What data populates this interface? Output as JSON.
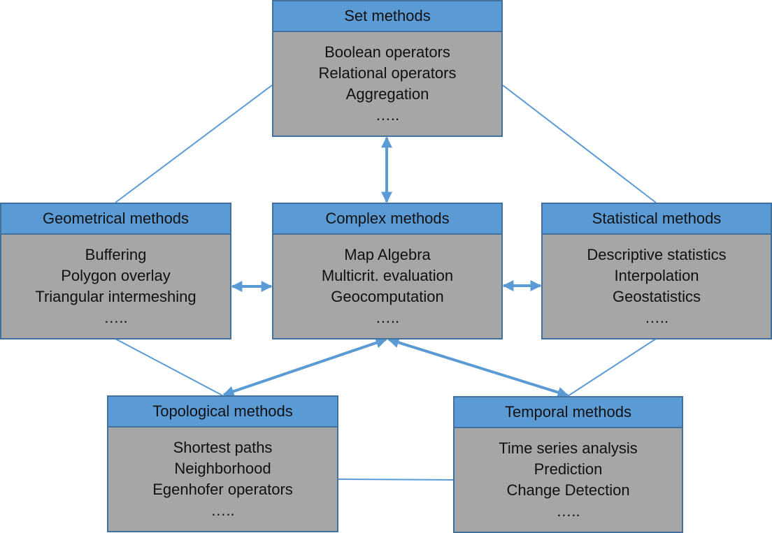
{
  "diagram": {
    "colors": {
      "header": "#5b9bd5",
      "body": "#a6a6a6",
      "border": "#41719c",
      "line": "#5b9bd5"
    },
    "boxes": {
      "set": {
        "title": "Set methods",
        "items": [
          "Boolean operators",
          "Relational operators",
          "Aggregation",
          "….."
        ]
      },
      "geo": {
        "title": "Geometrical methods",
        "items": [
          "Buffering",
          "Polygon overlay",
          "Triangular intermeshing",
          "….."
        ]
      },
      "complex": {
        "title": "Complex methods",
        "items": [
          "Map Algebra",
          "Multicrit. evaluation",
          "Geocomputation",
          "….."
        ]
      },
      "stat": {
        "title": "Statistical methods",
        "items": [
          "Descriptive statistics",
          "Interpolation",
          "Geostatistics",
          "….."
        ]
      },
      "topo": {
        "title": "Topological methods",
        "items": [
          "Shortest paths",
          "Neighborhood",
          "Egenhofer operators",
          "….."
        ]
      },
      "temp": {
        "title": "Temporal methods",
        "items": [
          "Time series analysis",
          "Prediction",
          "Change Detection",
          "….."
        ]
      }
    }
  }
}
